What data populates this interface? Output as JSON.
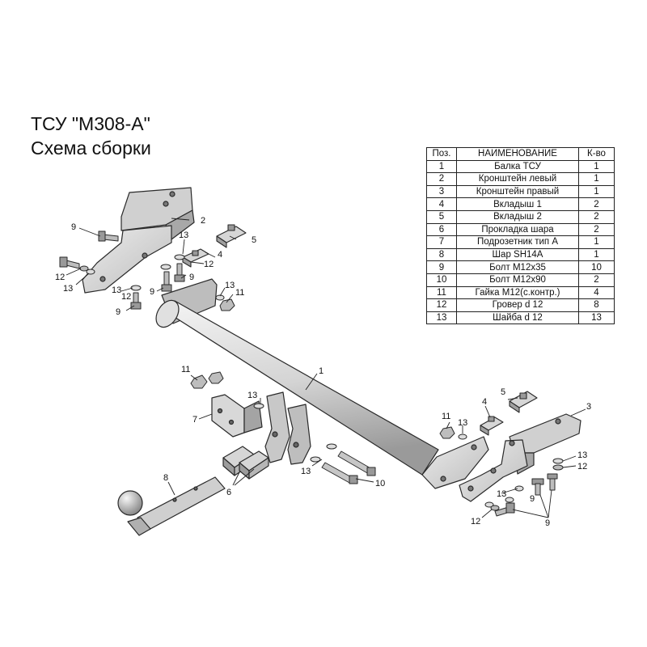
{
  "title": {
    "line1": "ТСУ \"М308-А\"",
    "line2": "Схема сборки"
  },
  "parts_table": {
    "headers": [
      "Поз.",
      "НАИМЕНОВАНИЕ",
      "К-во"
    ],
    "rows": [
      [
        "1",
        "Балка ТСУ",
        "1"
      ],
      [
        "2",
        "Кронштейн левый",
        "1"
      ],
      [
        "3",
        "Кронштейн правый",
        "1"
      ],
      [
        "4",
        "Вкладыш 1",
        "2"
      ],
      [
        "5",
        "Вкладыш 2",
        "2"
      ],
      [
        "6",
        "Прокладка шара",
        "2"
      ],
      [
        "7",
        "Подрозетник тип А",
        "1"
      ],
      [
        "8",
        "Шар SH14A",
        "1"
      ],
      [
        "9",
        "Болт М12х35",
        "10"
      ],
      [
        "10",
        "Болт М12х90",
        "2"
      ],
      [
        "11",
        "Гайка М12(с.контр.)",
        "4"
      ],
      [
        "12",
        "Гровер d 12",
        "8"
      ],
      [
        "13",
        "Шайба d 12",
        "13"
      ]
    ]
  },
  "callouts": {
    "c1": "1",
    "c2": "2",
    "c3": "3",
    "c4a": "4",
    "c4b": "4",
    "c5a": "5",
    "c5b": "5",
    "c6": "6",
    "c7": "7",
    "c8": "8",
    "c9a": "9",
    "c9b": "9",
    "c9c": "9",
    "c9d": "9",
    "c9e": "9",
    "c9f": "9",
    "c10": "10",
    "c11a": "11",
    "c11b": "11",
    "c11c": "11",
    "c12a": "12",
    "c12b": "12",
    "c12c": "12",
    "c12d": "12",
    "c12e": "12",
    "c13a": "13",
    "c13b": "13",
    "c13c": "13",
    "c13d": "13",
    "c13e": "13",
    "c13f": "13",
    "c13g": "13",
    "c13h": "13",
    "c13i": "13"
  },
  "colors": {
    "metal_light": "#e4e4e4",
    "metal_mid": "#c4c4c4",
    "metal_dark": "#8e8e8e",
    "outline": "#2a2a2a"
  }
}
